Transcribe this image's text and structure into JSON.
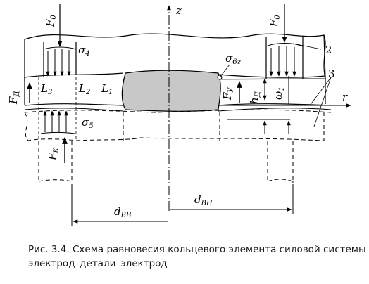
{
  "labels": {
    "z": "z",
    "r": "r",
    "f0_left": "F",
    "f0_left_sub": "0",
    "f0_right": "F",
    "f0_right_sub": "0",
    "sigma4": "σ",
    "sigma4_sub": "4",
    "sigma5": "σ",
    "sigma5_sub": "5",
    "sigma6": "σ",
    "sigma6_sub": "6г",
    "num2": "2",
    "num3": "3",
    "fd": "F",
    "fd_sub": "Д",
    "l3": "L",
    "l3_sub": "3",
    "l2": "L",
    "l2_sub": "2",
    "l1": "L",
    "l1_sub": "1",
    "fy": "F",
    "fy_sub": "У",
    "hd": "h",
    "hd_sub": "Д",
    "omega1": "ω",
    "omega1_sub": "1",
    "fk": "F",
    "fk_sub": "К",
    "dvv": "d",
    "dvv_sub": "ВВ",
    "dvn": "d",
    "dvn_sub": "ВН"
  },
  "caption": {
    "line1": "Рис. 3.4. Схема равновесия кольцевого элемента силовой системы",
    "line2": "электрод–детали–электрод"
  }
}
